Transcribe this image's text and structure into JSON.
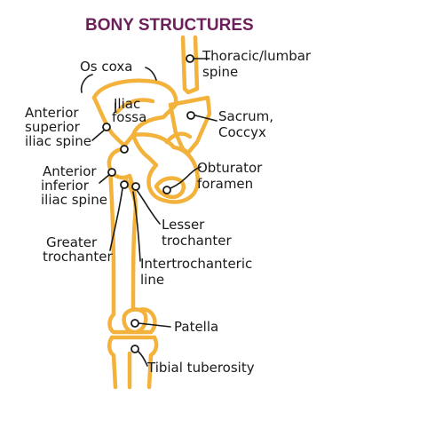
{
  "title": "BONY STRUCTURES",
  "colors": {
    "title": "#6d1f5a",
    "bone": "#f2b23c",
    "text": "#1a1a1a"
  },
  "labels": {
    "os_coxa": "Os coxa",
    "thoracic": [
      "Thoracic/lumbar",
      "spine"
    ],
    "iliac_fossa": [
      "Iliac",
      "fossa"
    ],
    "asis": [
      "Anterior",
      "superior",
      "iliac spine"
    ],
    "sacrum": [
      "Sacrum,",
      "Coccyx"
    ],
    "aiis": [
      "Anterior",
      "inferior",
      "iliac spine"
    ],
    "obturator": [
      "Obturator",
      "foramen"
    ],
    "lesser": [
      "Lesser",
      "trochanter"
    ],
    "greater": [
      "Greater",
      "trochanter"
    ],
    "intertroch": [
      "Intertrochanteric",
      "line"
    ],
    "patella": "Patella",
    "tibial": "Tibial tuberosity"
  }
}
